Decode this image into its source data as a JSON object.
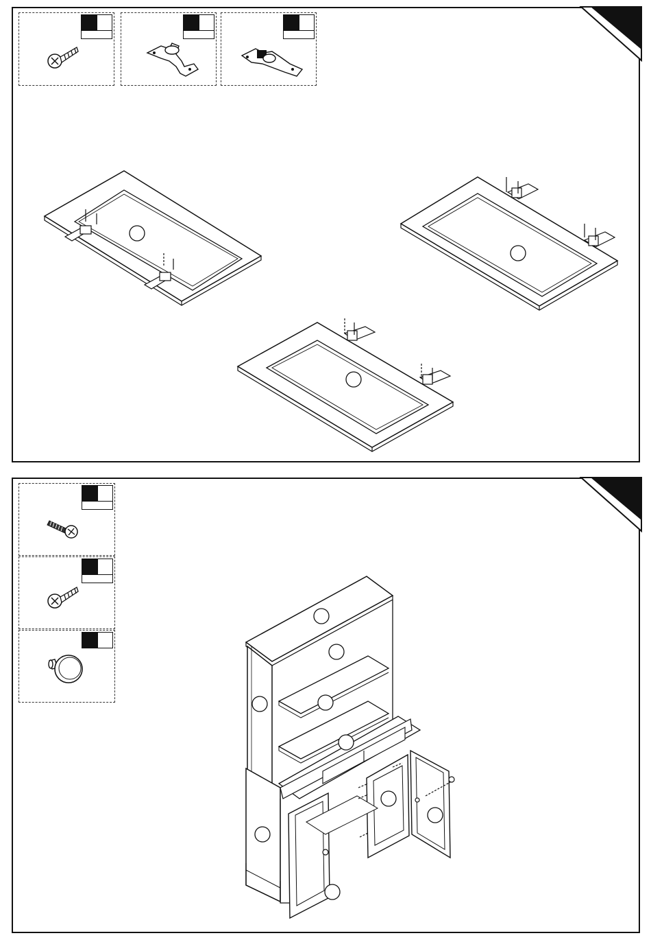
{
  "steps": [
    {
      "id": "step-door-hinges",
      "parts": [
        {
          "icon": "wood-screw-icon",
          "qty": ""
        },
        {
          "icon": "hinge-icon",
          "qty": ""
        },
        {
          "icon": "hinge-plate-icon",
          "qty": ""
        }
      ],
      "doors": [
        {
          "name": "door-panel-left",
          "callout": ""
        },
        {
          "name": "door-panel-center",
          "callout": ""
        },
        {
          "name": "door-panel-right",
          "callout": ""
        }
      ]
    },
    {
      "id": "step-final-assembly",
      "parts": [
        {
          "icon": "machine-screw-icon",
          "qty": ""
        },
        {
          "icon": "wood-screw-icon",
          "qty": ""
        },
        {
          "icon": "knob-icon",
          "qty": ""
        }
      ],
      "callouts": [
        "",
        "",
        "",
        "",
        "",
        "",
        "",
        "",
        "",
        ""
      ]
    }
  ],
  "colors": {
    "ink": "#111111",
    "paper": "#ffffff"
  }
}
